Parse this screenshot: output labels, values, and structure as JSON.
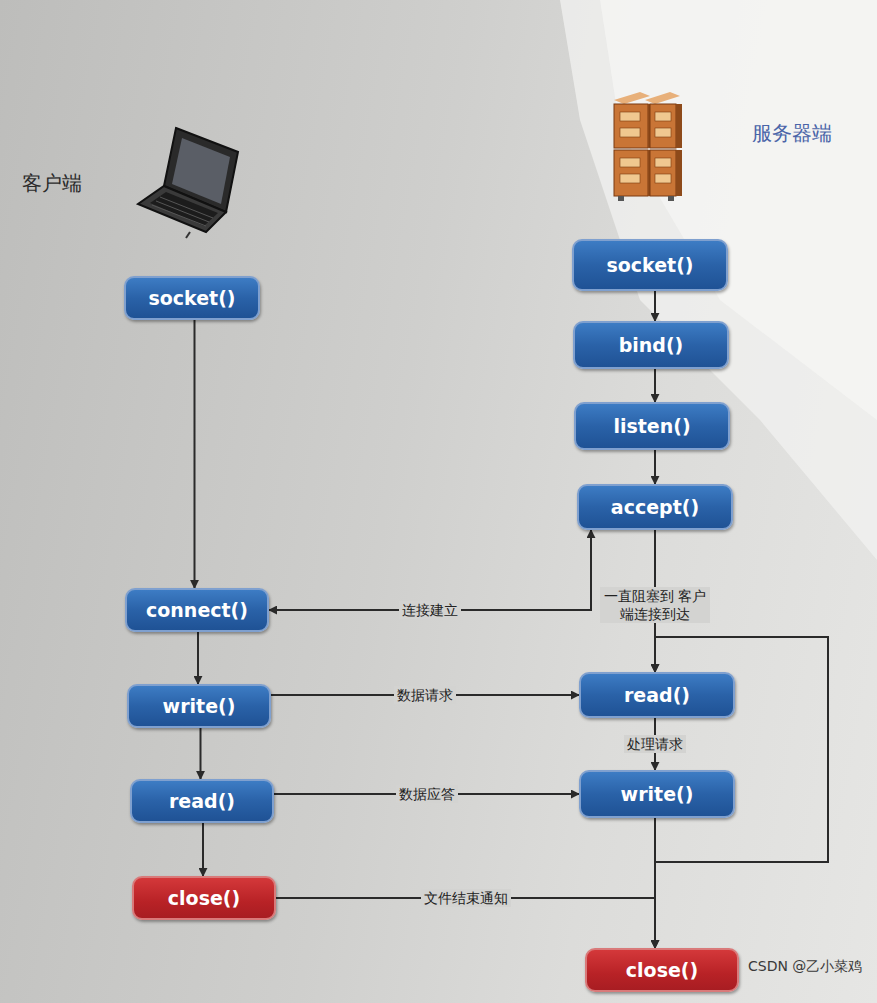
{
  "diagram": {
    "nodes": [
      {
        "text": [
          "socket()"
        ]
      },
      {
        "text": [
          "connect()"
        ]
      },
      {
        "text": [
          "write()"
        ]
      },
      {
        "text": [
          "read()"
        ]
      },
      {
        "text": [
          "close()"
        ]
      },
      {
        "text": [
          "socket()"
        ]
      },
      {
        "text": [
          "bind()"
        ]
      },
      {
        "text": [
          "listen()"
        ]
      },
      {
        "text": [
          "accept()"
        ]
      },
      {
        "text": [
          "read()"
        ]
      },
      {
        "text": [
          "write()"
        ]
      },
      {
        "text": [
          "close()"
        ]
      }
    ],
    "edges": [
      {
        "from": 0,
        "to": 1,
        "arrow": "to"
      },
      {
        "from": 1,
        "to": 2,
        "arrow": "to"
      },
      {
        "from": 2,
        "to": 3,
        "arrow": "to"
      },
      {
        "from": 3,
        "to": 4,
        "arrow": "to"
      },
      {
        "from": 5,
        "to": 6,
        "arrow": "to"
      },
      {
        "from": 6,
        "to": 7,
        "arrow": "to"
      },
      {
        "from": 7,
        "to": 8,
        "arrow": "to"
      },
      {
        "from": 8,
        "to": 9,
        "arrow": "to"
      },
      {
        "from": 9,
        "to": 10,
        "label": "处理请求",
        "arrow": "to"
      },
      {
        "from": 10,
        "to": 9,
        "arrow": "to"
      },
      {
        "from": 10,
        "to": 11,
        "arrow": "to"
      },
      {
        "from": 1,
        "to": 8,
        "label": "连接建立",
        "arrow": "both"
      },
      {
        "from": 2,
        "to": 9,
        "label": "数据请求",
        "arrow": "to"
      },
      {
        "from": 3,
        "to": 10,
        "label": "数据应答",
        "arrow": "to"
      },
      {
        "from": 4,
        "to": 11,
        "label": "文件结束通知",
        "arrow": "to"
      }
    ],
    "labels": [
      "客户端",
      "服务器端",
      "一直阻塞到 客户端连接到达",
      "CSDN @乙小菜鸡"
    ]
  }
}
